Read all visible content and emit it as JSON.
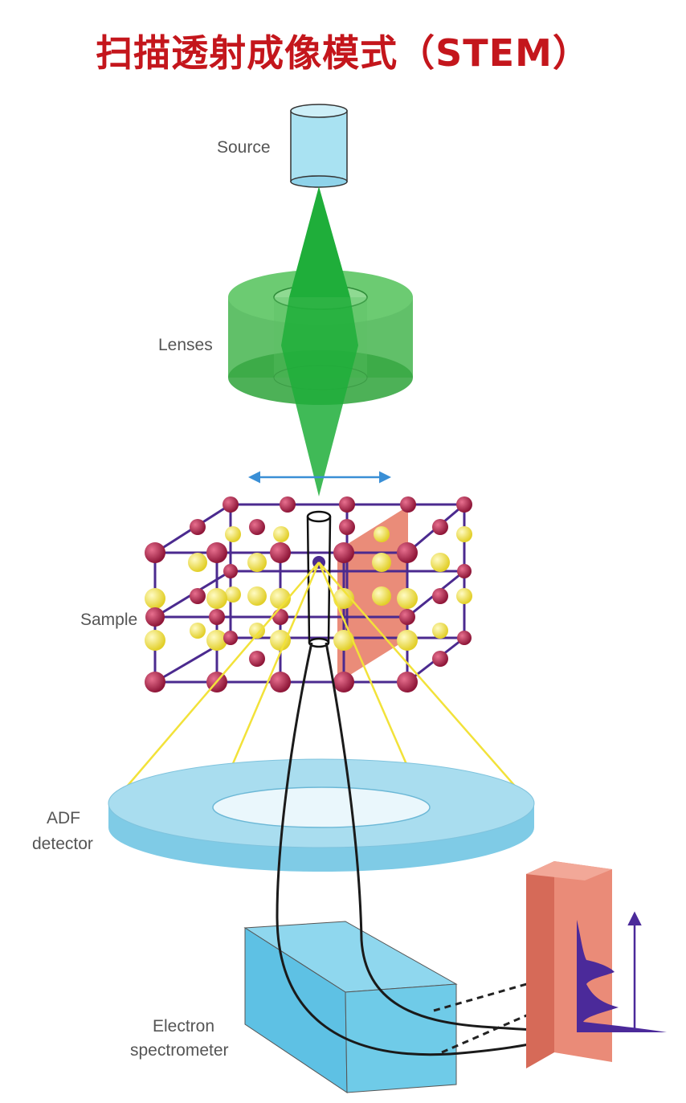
{
  "title": "扫描透射成像模式（STEM）",
  "labels": {
    "source": "Source",
    "lenses": "Lenses",
    "sample": "Sample",
    "adf_line1": "ADF",
    "adf_line2": "detector",
    "spec_line1": "Electron",
    "spec_line2": "spectrometer"
  },
  "colors": {
    "title": "#c4161c",
    "source": "#a9e2f2",
    "lens": "#3fb34a",
    "beam": "#1fae3a",
    "lattice": "#4b2a8f",
    "atom_large": "#b2244a",
    "atom_small": "#f4e64d",
    "slice": "#e8806a",
    "detector": "#8ed3ea",
    "spectrometer": "#6cc9e6",
    "spectrum": "#4b2a9a",
    "scan_arrow": "#3a8fd6"
  },
  "icons": [
    "source-cylinder",
    "lens-cylinder",
    "scan-arrow",
    "crystal-lattice",
    "adf-ring",
    "spectrometer-box",
    "spectrum-screen"
  ]
}
